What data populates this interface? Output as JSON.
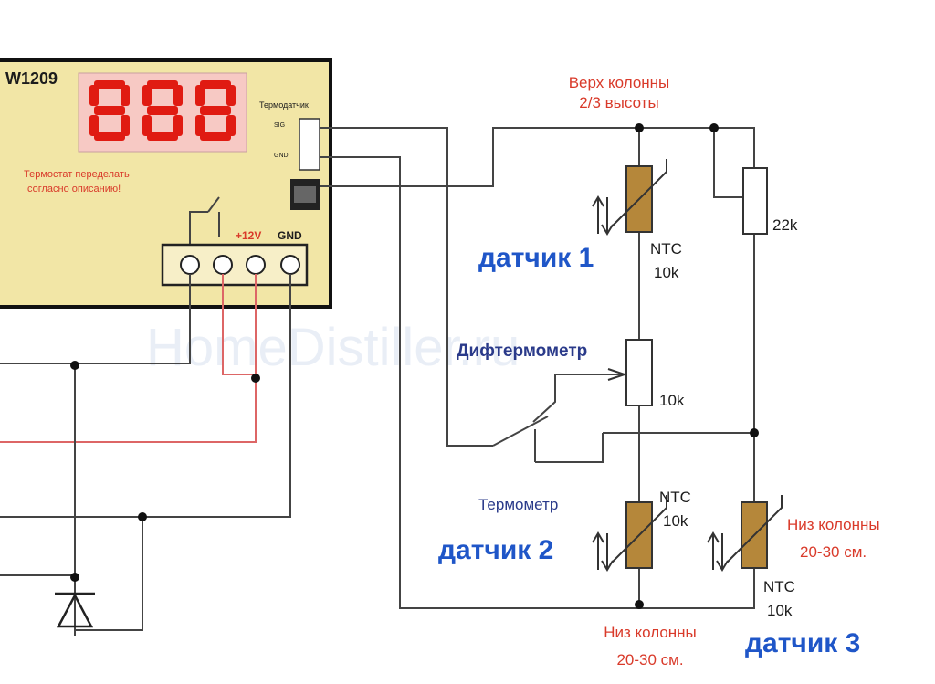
{
  "device": {
    "model": "W1209",
    "display": "888",
    "note_line1": "Термостат переделать",
    "note_line2": "согласно описанию!",
    "sensor_header": "Термодатчик",
    "pin_a": "SIG",
    "pin_b": "GND",
    "pin_c": "—",
    "power_plus": "+12V",
    "power_gnd": "GND"
  },
  "labels": {
    "top_line1": "Верх колонны",
    "top_line2": "2/3 высоты",
    "sensor1": "датчик 1",
    "ntc1_type": "NTC",
    "ntc1_value": "10k",
    "trimmer_value": "22k",
    "difthermometer": "Дифтермометр",
    "pot_value": "10k",
    "thermometer": "Термометр",
    "sensor2": "датчик 2",
    "ntc2_type": "NTC",
    "ntc2_value": "10k",
    "ntc3_type": "NTC",
    "ntc3_value": "10k",
    "bottom_right_line1": "Низ колонны",
    "bottom_right_line2": "20-30 см.",
    "bottom_mid_line1": "Низ колонны",
    "bottom_mid_line2": "20-30 см.",
    "sensor3": "датчик 3"
  },
  "watermark": "HomeDistiller.ru",
  "colors": {
    "device_fill": "#f2e6a6",
    "display_red": "#e01b12",
    "sensor_red": "#d93a2a",
    "sensor_blue": "#1f56c8",
    "ntc_brown": "#b5873a"
  }
}
